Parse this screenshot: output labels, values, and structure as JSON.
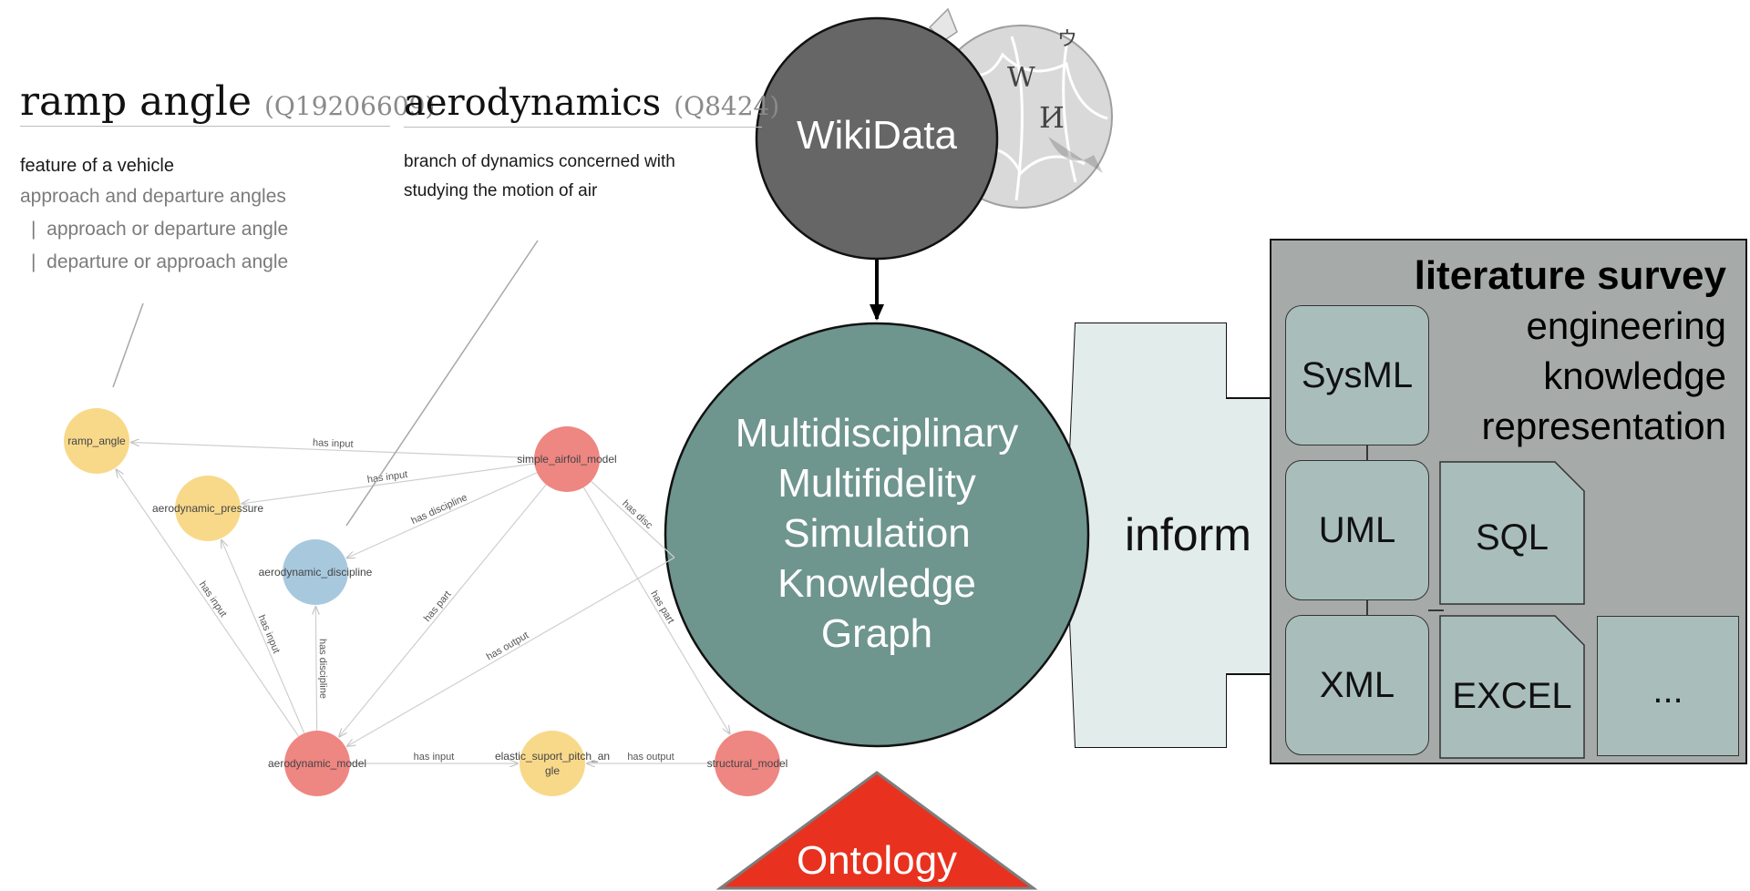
{
  "entities": [
    {
      "label": "ramp angle",
      "qid": "(Q19206609)",
      "description": "feature of a vehicle",
      "alias_main": "approach and departure angles",
      "alias_items": [
        "approach or departure angle",
        "departure or approach angle"
      ]
    },
    {
      "label": "aerodynamics",
      "qid": "(Q8424)",
      "description_lines": [
        "branch of dynamics concerned with",
        "studying the motion of air"
      ]
    }
  ],
  "alias_separator": "|",
  "wikidata": {
    "label": "WikiData",
    "color": "#666666"
  },
  "center": {
    "lines": [
      "Multidisciplinary",
      "Multifidelity",
      "Simulation",
      "Knowledge",
      "Graph"
    ],
    "color": "#6e958e"
  },
  "ontology": {
    "label": "Ontology",
    "color": "#e8321f"
  },
  "inform": {
    "label": "inform"
  },
  "survey": {
    "title": "literature survey",
    "subtitle_lines": [
      "engineering",
      "knowledge",
      "representation"
    ],
    "items": [
      "SysML",
      "UML",
      "SQL",
      "XML",
      "EXCEL",
      "..."
    ],
    "panel_color": "#a6aba9",
    "box_color": "#a9bebb"
  },
  "graph": {
    "nodes": [
      {
        "id": "ramp_angle",
        "label": "ramp_angle",
        "kind": "parameter"
      },
      {
        "id": "aerodynamic_pressure",
        "label": "aerodynamic_pressure",
        "kind": "parameter"
      },
      {
        "id": "aerodynamic_discipline",
        "label": "aerodynamic_discipline",
        "kind": "discipline"
      },
      {
        "id": "simple_airfoil_model",
        "label": "simple_airfoil_model",
        "kind": "model"
      },
      {
        "id": "aerodynamic_model",
        "label": "aerodynamic_model",
        "kind": "model"
      },
      {
        "id": "elastic_suport_pitch_angle",
        "label_lines": [
          "elastic_suport_pitch_an",
          "gle"
        ],
        "kind": "parameter"
      },
      {
        "id": "structural_model",
        "label": "structural_model",
        "kind": "model"
      }
    ],
    "edges": [
      {
        "from": "simple_airfoil_model",
        "to": "ramp_angle",
        "label": "has input"
      },
      {
        "from": "simple_airfoil_model",
        "to": "aerodynamic_pressure",
        "label": "has input"
      },
      {
        "from": "simple_airfoil_model",
        "to": "aerodynamic_discipline",
        "label": "has discipline"
      },
      {
        "from": "simple_airfoil_model",
        "to": "aerodynamic_model",
        "label": "has part"
      },
      {
        "from": "simple_airfoil_model",
        "to": "structural_model",
        "label": "has part"
      },
      {
        "from": "simple_airfoil_model",
        "to": "offscreen",
        "label": "has disc"
      },
      {
        "from": "aerodynamic_model",
        "to": "ramp_angle",
        "label": "has input"
      },
      {
        "from": "aerodynamic_model",
        "to": "aerodynamic_pressure",
        "label": "has input"
      },
      {
        "from": "aerodynamic_model",
        "to": "aerodynamic_discipline",
        "label": "has discipline"
      },
      {
        "from": "aerodynamic_model",
        "to": "elastic_suport_pitch_angle",
        "label": "has input"
      },
      {
        "from": "structural_model",
        "to": "elastic_suport_pitch_angle",
        "label": "has output"
      },
      {
        "from": "offscreen",
        "to": "aerodynamic_model",
        "label": "has output"
      }
    ],
    "colors": {
      "parameter": "#f8d98a",
      "discipline": "#a8c8de",
      "model": "#ee8682"
    }
  }
}
